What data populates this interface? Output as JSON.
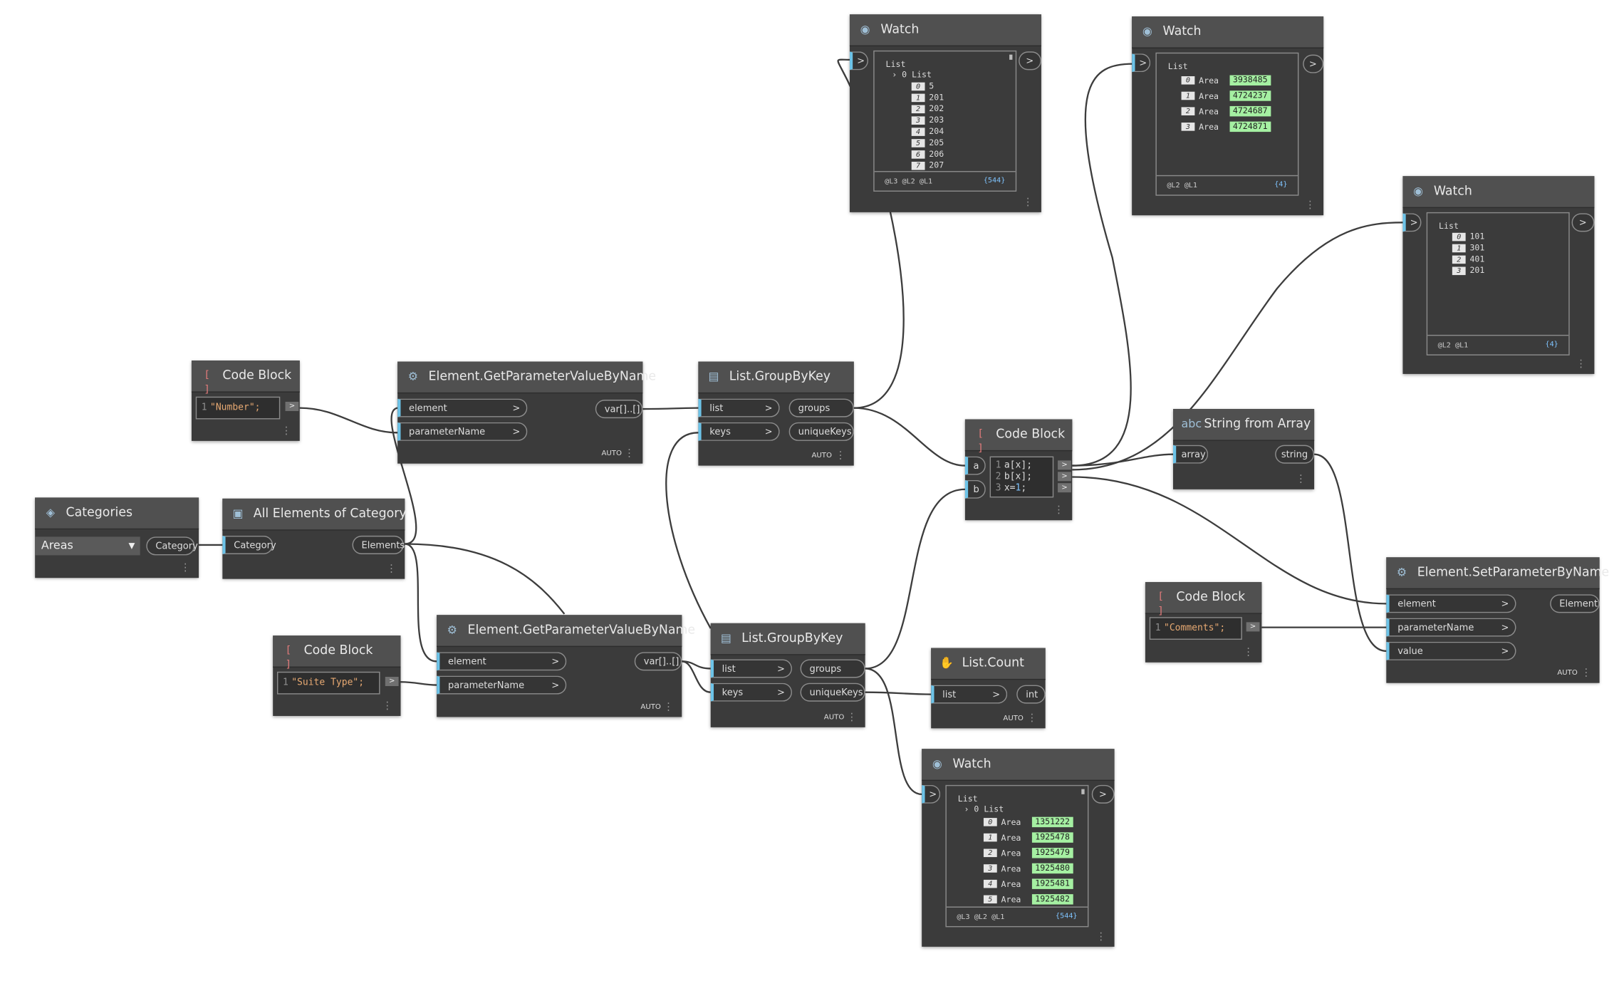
{
  "nodes": {
    "categories": {
      "title": "Categories",
      "selected": "Areas",
      "out": "Category"
    },
    "all_elements": {
      "title": "All Elements of Category",
      "in": "Category",
      "out": "Elements"
    },
    "code_number": {
      "title": "Code Block",
      "line": "1",
      "code": "\"Number\";"
    },
    "code_suite": {
      "title": "Code Block",
      "line": "1",
      "code": "\"Suite Type\";"
    },
    "getparam1": {
      "title": "Element.GetParameterValueByName",
      "in1": "element",
      "in2": "parameterName",
      "out": "var[]..[]",
      "lacing": "AUTO"
    },
    "getparam2": {
      "title": "Element.GetParameterValueByName",
      "in1": "element",
      "in2": "parameterName",
      "out": "var[]..[]",
      "lacing": "AUTO"
    },
    "groupbykey1": {
      "title": "List.GroupByKey",
      "in1": "list",
      "in2": "keys",
      "out1": "groups",
      "out2": "uniqueKeys",
      "lacing": "AUTO"
    },
    "groupbykey2": {
      "title": "List.GroupByKey",
      "in1": "list",
      "in2": "keys",
      "out1": "groups",
      "out2": "uniqueKeys",
      "lacing": "AUTO"
    },
    "listcount": {
      "title": "List.Count",
      "in": "list",
      "out": "int",
      "lacing": "AUTO"
    },
    "code_ab": {
      "title": "Code Block",
      "in1": "a",
      "in2": "b",
      "lines": [
        {
          "n": "1",
          "code": "a[x];"
        },
        {
          "n": "2",
          "code": "b[x];"
        },
        {
          "n": "3",
          "code": "x=",
          "num": "1",
          "end": ";"
        }
      ]
    },
    "string_from_array": {
      "title": "String from Array",
      "in": "array",
      "out": "string"
    },
    "code_comments": {
      "title": "Code Block",
      "line": "1",
      "code": "\"Comments\";"
    },
    "setparam": {
      "title": "Element.SetParameterByName",
      "in1": "element",
      "in2": "parameterName",
      "in3": "value",
      "out": "Element",
      "lacing": "AUTO"
    },
    "watch1": {
      "title": "Watch",
      "root": "List",
      "sub": "0 List",
      "items": [
        {
          "i": "0",
          "v": "5"
        },
        {
          "i": "1",
          "v": "201"
        },
        {
          "i": "2",
          "v": "202"
        },
        {
          "i": "3",
          "v": "203"
        },
        {
          "i": "4",
          "v": "204"
        },
        {
          "i": "5",
          "v": "205"
        },
        {
          "i": "6",
          "v": "206"
        },
        {
          "i": "7",
          "v": "207"
        }
      ],
      "levels": "@L3 @L2 @L1",
      "count": "{544}"
    },
    "watch2": {
      "title": "Watch",
      "root": "List",
      "items": [
        {
          "i": "0",
          "k": "Area",
          "v": "3938485"
        },
        {
          "i": "1",
          "k": "Area",
          "v": "4724237"
        },
        {
          "i": "2",
          "k": "Area",
          "v": "4724687"
        },
        {
          "i": "3",
          "k": "Area",
          "v": "4724871"
        }
      ],
      "levels": "@L2 @L1",
      "count": "{4}"
    },
    "watch3": {
      "title": "Watch",
      "root": "List",
      "items": [
        {
          "i": "0",
          "v": "101"
        },
        {
          "i": "1",
          "v": "301"
        },
        {
          "i": "2",
          "v": "401"
        },
        {
          "i": "3",
          "v": "201"
        }
      ],
      "levels": "@L2 @L1",
      "count": "{4}"
    },
    "watch4": {
      "title": "Watch",
      "root": "List",
      "sub": "0 List",
      "items": [
        {
          "i": "0",
          "k": "Area",
          "v": "1351222"
        },
        {
          "i": "1",
          "k": "Area",
          "v": "1925478"
        },
        {
          "i": "2",
          "k": "Area",
          "v": "1925479"
        },
        {
          "i": "3",
          "k": "Area",
          "v": "1925480"
        },
        {
          "i": "4",
          "k": "Area",
          "v": "1925481"
        },
        {
          "i": "5",
          "k": "Area",
          "v": "1925482"
        }
      ],
      "levels": "@L3 @L2 @L1",
      "count": "{544}"
    }
  },
  "glyphs": {
    "out_arrow": ">",
    "in_arrow": ">",
    "more": "⋮"
  }
}
